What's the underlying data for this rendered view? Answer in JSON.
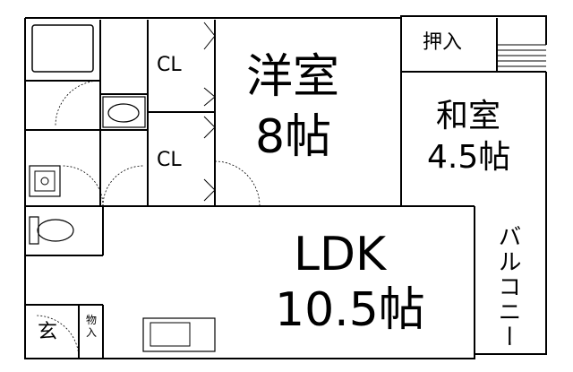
{
  "rooms": {
    "western": {
      "name": "洋室",
      "size": "8帖"
    },
    "japanese": {
      "name": "和室",
      "size": "4.5帖"
    },
    "ldk": {
      "name": "LDK",
      "size": "10.5帖"
    }
  },
  "labels": {
    "closet_top": "CL",
    "closet_bottom": "CL",
    "oshiire": "押入",
    "balcony": "バルコニー",
    "genkan": "玄",
    "storage": "物入"
  }
}
